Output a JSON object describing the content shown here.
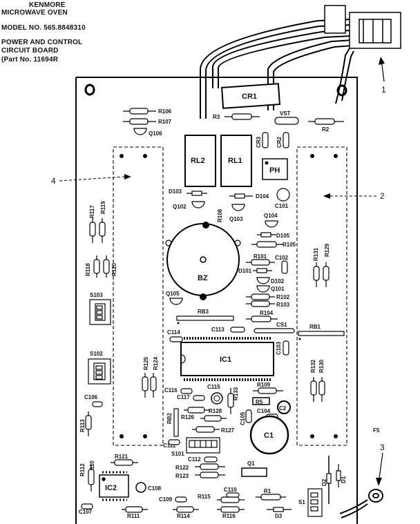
{
  "header": {
    "line1": "KENMORE",
    "line2": "MICROWAVE OVEN",
    "line3": "MODEL NO. 565.8848310",
    "line4": "POWER AND CONTROL",
    "line5": "CIRCUIT  BOARD",
    "line6": "(Part No. 11694R"
  },
  "callouts": {
    "c1": "1",
    "c2": "2",
    "c3": "3",
    "c4": "4",
    "f5": "F5"
  },
  "parts": {
    "cr1": "CR1",
    "r3": "R3",
    "vst": "VST",
    "r2": "R2",
    "cr3": "CR3",
    "cr2": "CR2",
    "r106": "R106",
    "r107": "R107",
    "q106": "Q106",
    "rl2": "RL2",
    "rl1": "RL1",
    "ph": "PH",
    "d103": "D103",
    "d104": "D104",
    "c101": "C101",
    "q102a": "Q102",
    "r108": "R108",
    "q103": "Q103",
    "q104": "Q104",
    "r117": "R117",
    "r119": "R119",
    "r118": "R118",
    "r120": "R120",
    "d105": "D105",
    "r105": "R105",
    "r101": "R101",
    "c102": "C102",
    "r131": "R131",
    "r129": "R129",
    "bz": "BZ",
    "d101": "D101",
    "d102": "D102",
    "q101": "Q101",
    "r102": "R102",
    "r103": "R103",
    "q105": "Q105",
    "s103": "S103",
    "rb3": "RB3",
    "r104": "R104",
    "cs1": "CS1",
    "rb1": "RB1",
    "c114": "C114",
    "c113": "C113",
    "c103": "C103",
    "ic1": "IC1",
    "s102": "S102",
    "r125": "R125",
    "r124": "R124",
    "r132": "R132",
    "r130": "R130",
    "c116": "C116",
    "c117": "C117",
    "c115": "C115",
    "r133": "R133",
    "r109": "R109",
    "c106": "C106",
    "r5": "R5",
    "c2": "C2",
    "rb2": "RB2",
    "r126": "R126",
    "r128": "R128",
    "c105": "C105",
    "c104": "C104",
    "r113": "R113",
    "r127": "R127",
    "c1": "C1",
    "c111": "C111",
    "s101": "S101",
    "r112": "R112",
    "r110": "R110",
    "r121": "R121",
    "c112": "C112",
    "q1": "Q1",
    "r122": "R122",
    "r123": "R123",
    "d2": "D2",
    "d1": "D1",
    "ic2": "IC2",
    "c108": "C108",
    "c109": "C109",
    "r115": "R115",
    "c110": "C110",
    "r1": "R1",
    "s1": "S1",
    "c107": "C107",
    "r111": "R111",
    "r114": "R114",
    "r116": "R116",
    "d3": "D3"
  }
}
